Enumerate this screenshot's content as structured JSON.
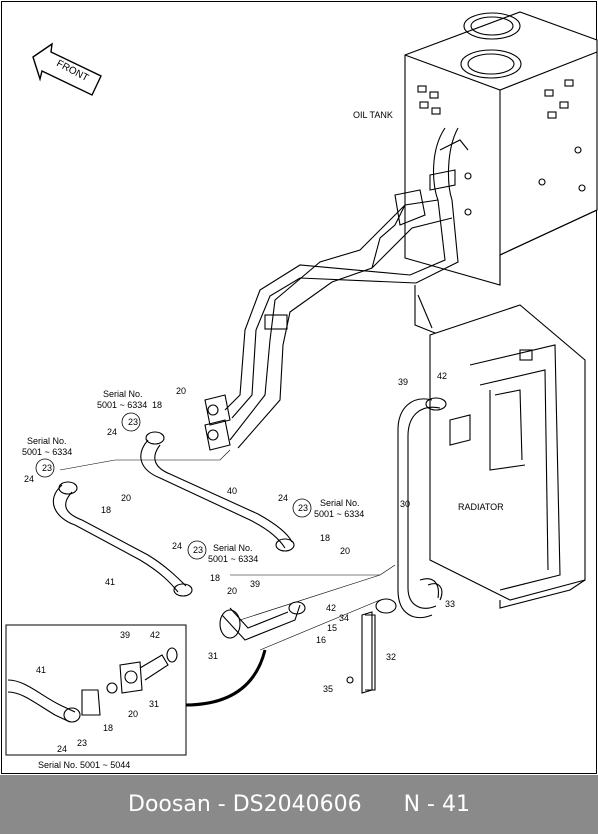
{
  "diagram": {
    "front_label": "FRONT",
    "oil_tank_label": "OIL TANK",
    "radiator_label": "RADIATOR",
    "serial_notes": {
      "a": {
        "line1": "Serial No.",
        "line2": "5001 ~ 6334"
      },
      "b": {
        "line1": "Serial No.",
        "line2": "5001 ~ 6334"
      },
      "c": {
        "line1": "Serial No.",
        "line2": "5001 ~ 6334"
      },
      "d": {
        "line1": "Serial No.",
        "line2": "5001 ~ 6334"
      },
      "inset": "Serial No. 5001 ~ 5044"
    },
    "callouts": {
      "n15": "15",
      "n16": "16",
      "n18a": "18",
      "n18b": "18",
      "n18c": "18",
      "n18d": "18",
      "n18e": "18",
      "n20a": "20",
      "n20b": "20",
      "n20c": "20",
      "n20d": "20",
      "n20e": "20",
      "n23a": "23",
      "n23b": "23",
      "n23c": "23",
      "n23d": "23",
      "n23e": "23",
      "n24a": "24",
      "n24b": "24",
      "n24c": "24",
      "n24d": "24",
      "n24e": "24",
      "n30": "30",
      "n31a": "31",
      "n31b": "31",
      "n32": "32",
      "n33": "33",
      "n34": "34",
      "n35": "35",
      "n39a": "39",
      "n39b": "39",
      "n39c": "39",
      "n40": "40",
      "n41a": "41",
      "n41b": "41",
      "n42a": "42",
      "n42b": "42",
      "n42c": "42"
    }
  },
  "footer": {
    "brand": "Doosan",
    "separator": "-",
    "part_number": "DS2040606",
    "page_label": "N - 41"
  }
}
